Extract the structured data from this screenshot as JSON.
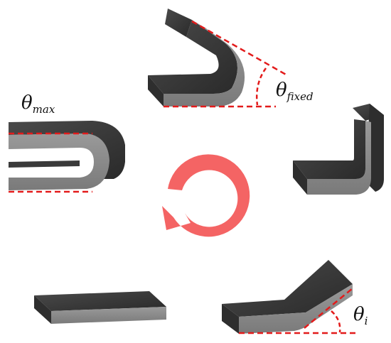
{
  "title": "",
  "stages": [
    {
      "id": "flat",
      "description": "straight rod",
      "angle_label": null
    },
    {
      "id": "bent-initial",
      "angle_label": {
        "base": "θ",
        "sub": "i"
      }
    },
    {
      "id": "bent-90",
      "angle_label": null
    },
    {
      "id": "bent-fixed",
      "angle_label": {
        "base": "θ",
        "sub": "fixed"
      }
    },
    {
      "id": "bent-max",
      "angle_label": {
        "base": "θ",
        "sub": "max"
      }
    }
  ],
  "labels": {
    "max_base": "θ",
    "max_sub": "max",
    "fixed_base": "θ",
    "fixed_sub": "fixed",
    "i_base": "θ",
    "i_sub": "i"
  },
  "colors": {
    "top_face": "#3d3d3d",
    "front_face": "#8a8a8a",
    "side_face": "#2e2e2e",
    "guide_line": "#e31b1b",
    "cycle_arrow": "#f46464"
  },
  "icons": [
    "cycle-arrow-icon"
  ]
}
